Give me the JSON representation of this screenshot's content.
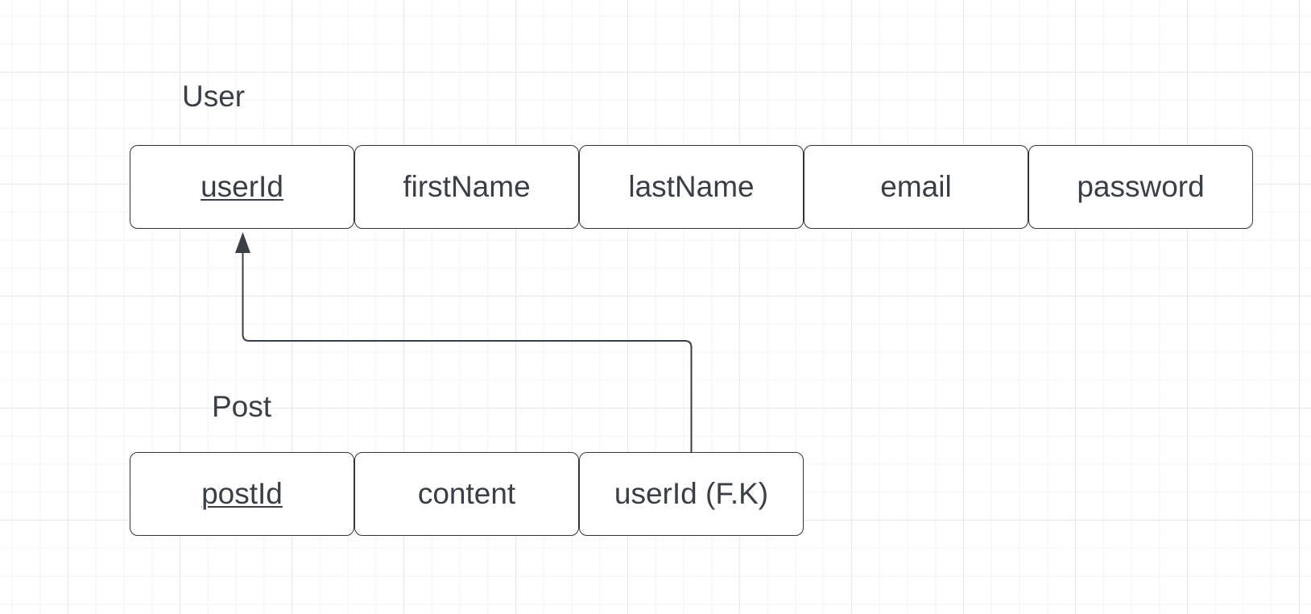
{
  "entities": {
    "user": {
      "title": "User",
      "attributes": [
        {
          "label": "userId",
          "primary_key": true
        },
        {
          "label": "firstName",
          "primary_key": false
        },
        {
          "label": "lastName",
          "primary_key": false
        },
        {
          "label": "email",
          "primary_key": false
        },
        {
          "label": "password",
          "primary_key": false
        }
      ]
    },
    "post": {
      "title": "Post",
      "attributes": [
        {
          "label": "postId",
          "primary_key": true
        },
        {
          "label": "content",
          "primary_key": false
        },
        {
          "label": "userId (F.K)",
          "primary_key": false
        }
      ]
    }
  },
  "relationship": {
    "from": "post.userId (F.K)",
    "to": "user.userId",
    "color": "#3a3f47"
  }
}
